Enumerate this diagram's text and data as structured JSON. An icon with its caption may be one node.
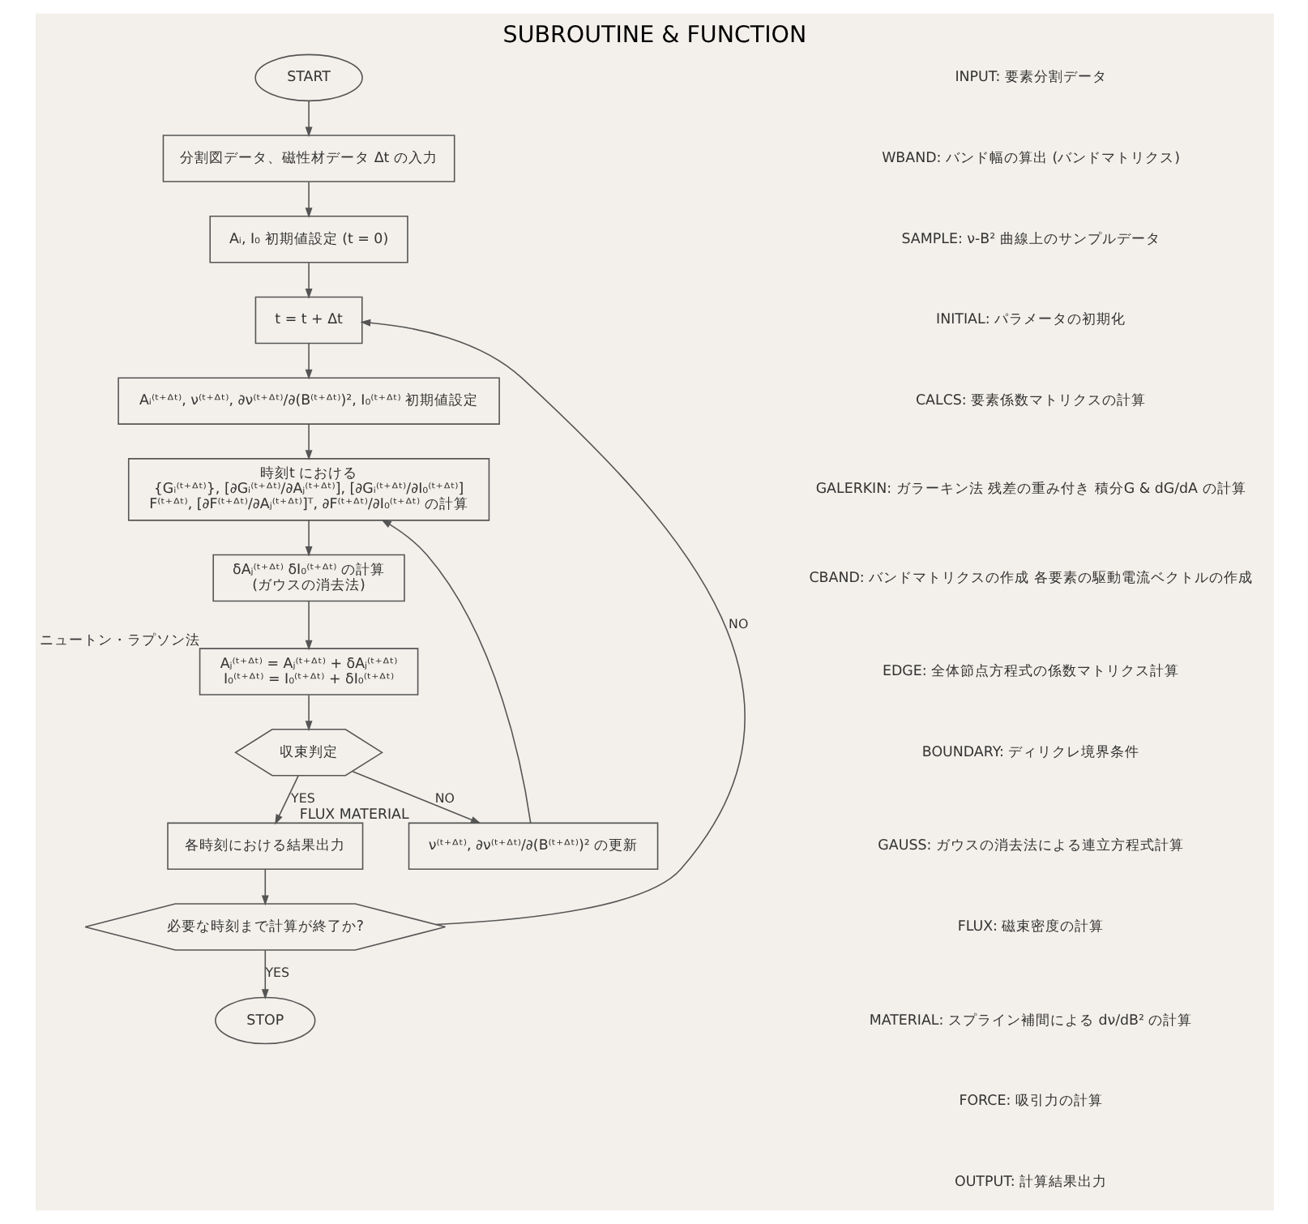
{
  "diagram": {
    "title": "SUBROUTINE & FUNCTION",
    "nodes": [
      {
        "text": [
          "START"
        ]
      },
      {
        "text": [
          "分割図データ、磁性材データ Δt の入力"
        ]
      },
      {
        "text": [
          "Aᵢ, I₀ 初期値設定 (t = 0)"
        ]
      },
      {
        "text": [
          "t = t + Δt"
        ]
      },
      {
        "text": [
          "Aᵢ⁽ᵗ⁺ᐞᵗ⁾, ν⁽ᵗ⁺ᐞᵗ⁾, ∂ν⁽ᵗ⁺ᐞᵗ⁾/∂(B⁽ᵗ⁺ᐞᵗ⁾)², I₀⁽ᵗ⁺ᐞᵗ⁾ 初期値設定"
        ]
      },
      {
        "text": [
          "時刻t における",
          "{Gᵢ⁽ᵗ⁺ᐞᵗ⁾}, [∂Gᵢ⁽ᵗ⁺ᐞᵗ⁾/∂Aⱼ⁽ᵗ⁺ᐞᵗ⁾], [∂Gᵢ⁽ᵗ⁺ᐞᵗ⁾/∂I₀⁽ᵗ⁺ᐞᵗ⁾]",
          "F⁽ᵗ⁺ᐞᵗ⁾, [∂F⁽ᵗ⁺ᐞᵗ⁾/∂Aⱼ⁽ᵗ⁺ᐞᵗ⁾]ᵀ, ∂F⁽ᵗ⁺ᐞᵗ⁾/∂I₀⁽ᵗ⁺ᐞᵗ⁾ の計算"
        ]
      },
      {
        "text": [
          "δAⱼ⁽ᵗ⁺ᐞᵗ⁾ δI₀⁽ᵗ⁺ᐞᵗ⁾ の計算",
          "(ガウスの消去法)"
        ]
      },
      {
        "text": [
          "Aⱼ⁽ᵗ⁺ᐞᵗ⁾ = Aⱼ⁽ᵗ⁺ᐞᵗ⁾ + δAⱼ⁽ᵗ⁺ᐞᵗ⁾",
          "I₀⁽ᵗ⁺ᐞᵗ⁾ = I₀⁽ᵗ⁺ᐞᵗ⁾ + δI₀⁽ᵗ⁺ᐞᵗ⁾"
        ],
        "beside": [
          "ニュートン・ラプソン法"
        ]
      },
      {
        "text": [
          "収束判定"
        ]
      },
      {
        "text": [
          "各時刻における結果出力"
        ]
      },
      {
        "text": [
          "必要な時刻まで計算が終了か?"
        ]
      },
      {
        "text": [
          "STOP"
        ]
      },
      {
        "text": [
          "ν⁽ᵗ⁺ᐞᵗ⁾, ∂ν⁽ᵗ⁺ᐞᵗ⁾/∂(B⁽ᵗ⁺ᐞᵗ⁾)² の更新"
        ],
        "beside": [
          "FLUX MATERIAL"
        ]
      }
    ],
    "edges": [
      {
        "from": 0,
        "to": 1,
        "arrow": "to"
      },
      {
        "from": 1,
        "to": 2,
        "arrow": "to"
      },
      {
        "from": 2,
        "to": 3,
        "arrow": "to"
      },
      {
        "from": 3,
        "to": 4,
        "arrow": "to"
      },
      {
        "from": 4,
        "to": 5,
        "arrow": "to"
      },
      {
        "from": 5,
        "to": 6,
        "arrow": "to"
      },
      {
        "from": 6,
        "to": 7,
        "arrow": "to"
      },
      {
        "from": 7,
        "to": 8,
        "arrow": "to"
      },
      {
        "from": 8,
        "to": 9,
        "arrow": "to",
        "label": "YES"
      },
      {
        "from": 9,
        "to": 10,
        "arrow": "to"
      },
      {
        "from": 10,
        "to": 11,
        "arrow": "to",
        "label": "YES"
      },
      {
        "from": 10,
        "to": 3,
        "arrow": "to",
        "label": "NO"
      },
      {
        "from": 8,
        "to": 12,
        "arrow": "to",
        "label": "NO"
      },
      {
        "from": 12,
        "to": 5,
        "arrow": "to"
      }
    ],
    "labels": [
      "INPUT: 要素分割データ",
      "WBAND: バンド幅の算出 (バンドマトリクス)",
      "SAMPLE: ν-B² 曲線上のサンプルデータ",
      "INITIAL: パラメータの初期化",
      "CALCS: 要素係数マトリクスの計算",
      "GALERKIN: ガラーキン法 残差の重み付き 積分G & dG/dA の計算",
      "CBAND: バンドマトリクスの作成 各要素の駆動電流ベクトルの作成",
      "EDGE: 全体節点方程式の係数マトリクス計算",
      "BOUNDARY: ディリクレ境界条件",
      "GAUSS: ガウスの消去法による連立方程式計算",
      "FLUX: 磁束密度の計算",
      "MATERIAL: スプライン補間による dν/dB² の計算",
      "FORCE: 吸引力の計算",
      "OUTPUT: 計算結果出力"
    ]
  }
}
